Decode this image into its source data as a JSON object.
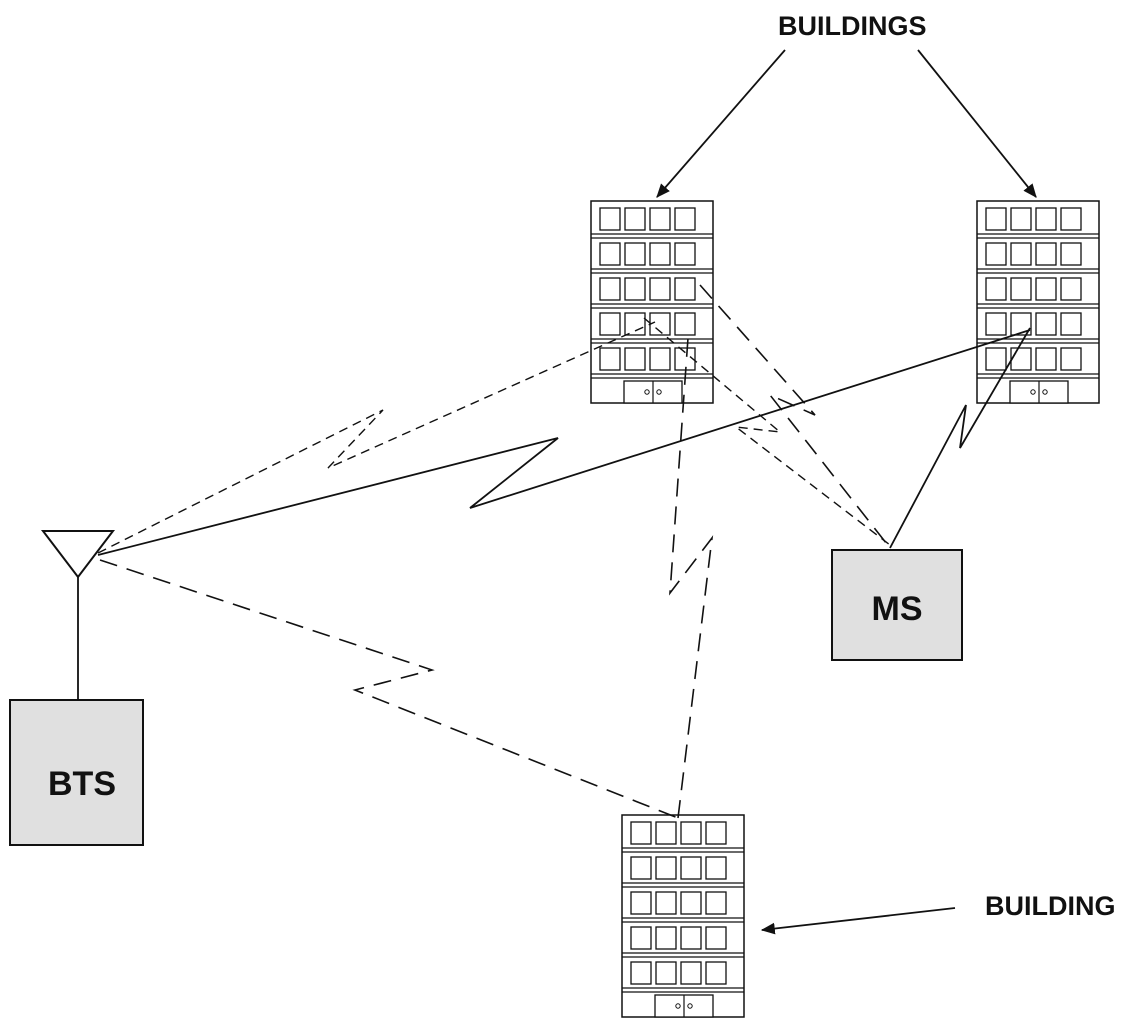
{
  "labels": {
    "buildings": "BUILDINGS",
    "building": "BUILDING",
    "bts": "BTS",
    "ms": "MS"
  },
  "colors": {
    "stroke": "#111111",
    "box_fill": "#e0e0e0",
    "background": "#ffffff"
  },
  "icons": {
    "antenna": "antenna-icon",
    "building": "building-icon"
  }
}
